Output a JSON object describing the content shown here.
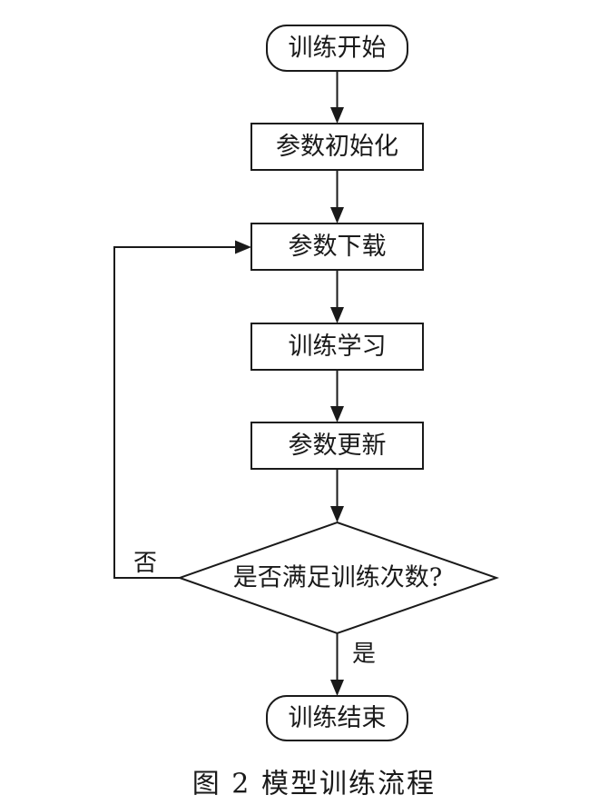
{
  "flowchart": {
    "nodes": {
      "start": "训练开始",
      "init": "参数初始化",
      "download": "参数下载",
      "learn": "训练学习",
      "update": "参数更新",
      "decision": "是否满足训练次数?",
      "end": "训练结束"
    },
    "branches": {
      "no": "否",
      "yes": "是"
    }
  },
  "caption": {
    "figure_number": "图 2",
    "title": "模型训练流程"
  }
}
